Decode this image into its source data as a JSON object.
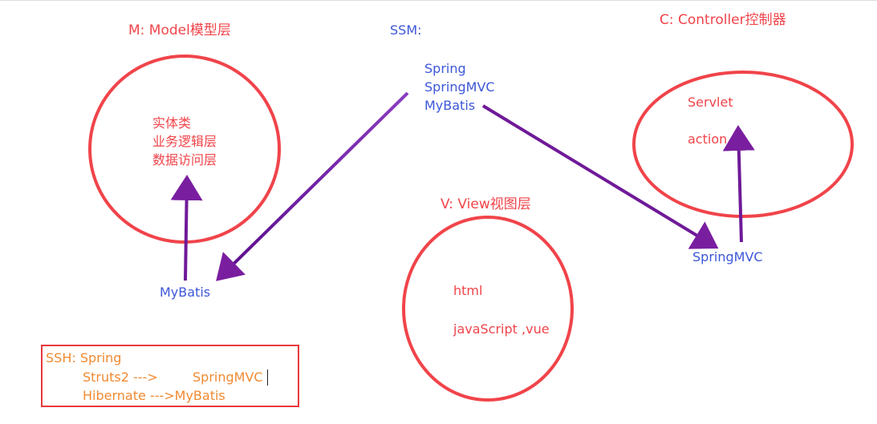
{
  "colors": {
    "label_red": "#f0444a",
    "label_blue": "#3d57d8",
    "label_orange": "#f08a32",
    "circle_red": "#f0444a",
    "arrow_purple": "#7a1ea0",
    "box_border": "#e8383d"
  },
  "model": {
    "title": "M:  Model模型层",
    "items": [
      "实体类",
      "业务逻辑层",
      "数据访问层"
    ],
    "tool": "MyBatis"
  },
  "ssm": {
    "title": "SSM:",
    "items": [
      "Spring",
      "SpringMVC",
      "MyBatis"
    ]
  },
  "controller": {
    "title": "C:  Controller控制器",
    "items": [
      "Servlet",
      "action"
    ],
    "tool": "SpringMVC"
  },
  "view": {
    "title": "V: View视图层",
    "items": [
      "html",
      "javaScript  ,vue"
    ]
  },
  "ssh": {
    "lines": [
      "SSH:  Spring",
      "Struts2  --->",
      "SpringMVC",
      "Hibernate   --->MyBatis"
    ]
  }
}
